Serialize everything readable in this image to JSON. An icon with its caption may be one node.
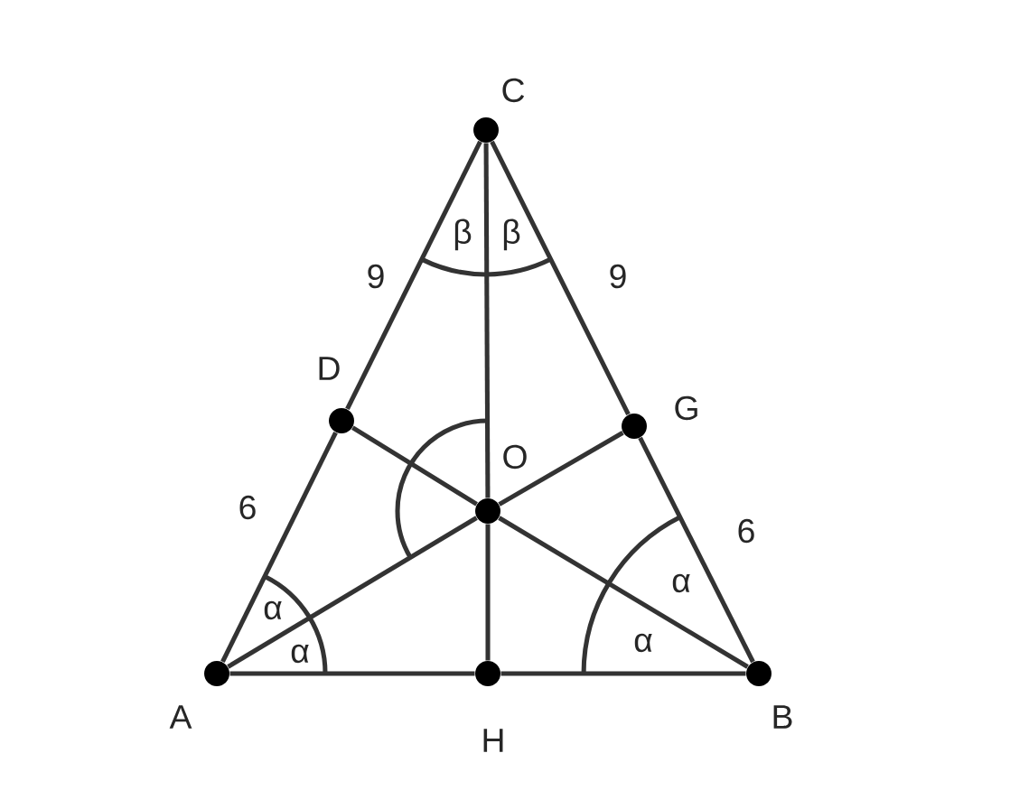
{
  "diagram": {
    "nodes": [
      {
        "text": [],
        "shape": "circle",
        "beside": [
          "A"
        ]
      },
      {
        "text": [],
        "shape": "circle",
        "beside": [
          "B"
        ]
      },
      {
        "text": [],
        "shape": "circle",
        "beside": [
          "C"
        ]
      },
      {
        "text": [],
        "shape": "circle",
        "beside": [
          "D"
        ]
      },
      {
        "text": [],
        "shape": "circle",
        "beside": [
          "G"
        ]
      },
      {
        "text": [],
        "shape": "circle",
        "beside": [
          "H"
        ]
      },
      {
        "text": [],
        "shape": "circle",
        "beside": [
          "O"
        ]
      }
    ],
    "edges": [
      {
        "from": 0,
        "to": 3,
        "arrow": "none",
        "label": "6"
      },
      {
        "from": 3,
        "to": 2,
        "arrow": "none",
        "label": "9"
      },
      {
        "from": 2,
        "to": 4,
        "arrow": "none",
        "label": "9"
      },
      {
        "from": 4,
        "to": 1,
        "arrow": "none",
        "label": "6"
      },
      {
        "from": 0,
        "to": 5,
        "arrow": "none"
      },
      {
        "from": 5,
        "to": 1,
        "arrow": "none"
      },
      {
        "from": 2,
        "to": 6,
        "arrow": "none"
      },
      {
        "from": 6,
        "to": 5,
        "arrow": "none"
      },
      {
        "from": 0,
        "to": 6,
        "arrow": "none"
      },
      {
        "from": 6,
        "to": 4,
        "arrow": "none"
      },
      {
        "from": 3,
        "to": 6,
        "arrow": "none"
      },
      {
        "from": 6,
        "to": 1,
        "arrow": "none"
      }
    ],
    "labels": [
      "β",
      "β",
      "α",
      "α",
      "α",
      "α"
    ]
  }
}
